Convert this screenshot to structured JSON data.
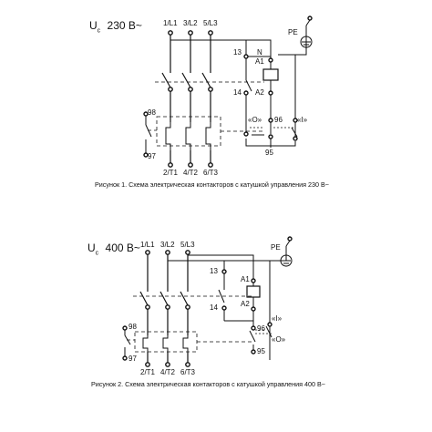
{
  "figure1": {
    "voltage_label": "U",
    "voltage_sub": "c",
    "voltage_value": "230 В~",
    "terminals_top": [
      "1/L1",
      "3/L2",
      "5/L3"
    ],
    "terminals_bottom": [
      "2/T1",
      "4/T2",
      "6/T3"
    ],
    "pe": "PE",
    "n": "N",
    "aux_13": "13",
    "aux_14": "14",
    "coil_a1": "A1",
    "coil_a2": "A2",
    "t98": "98",
    "t97": "97",
    "t96": "96",
    "t95": "95",
    "btn_off": "«O»",
    "btn_on": "«I»",
    "caption": "Рисунок 1. Схема электрическая контакторов с катушкой управления 230 В~"
  },
  "figure2": {
    "voltage_label": "U",
    "voltage_sub": "c",
    "voltage_value": "400 В~",
    "terminals_top": [
      "1/L1",
      "3/L2",
      "5/L3"
    ],
    "terminals_bottom": [
      "2/T1",
      "4/T2",
      "6/T3"
    ],
    "pe": "PE",
    "aux_13": "13",
    "aux_14": "14",
    "coil_a1": "A1",
    "coil_a2": "A2",
    "t98": "98",
    "t97": "97",
    "t96": "96",
    "t95": "95",
    "btn_on": "«I»",
    "btn_off": "«O»",
    "caption": "Рисунок 2. Схема электрическая контакторов с катушкой управления 400 В~"
  }
}
